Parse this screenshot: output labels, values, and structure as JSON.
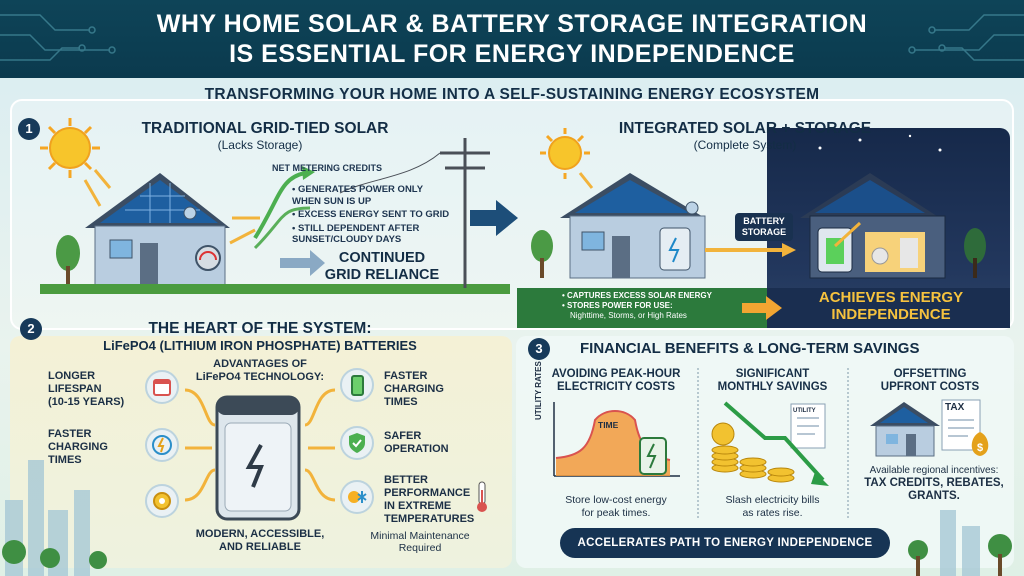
{
  "header": {
    "title_line1": "WHY HOME SOLAR & BATTERY STORAGE INTEGRATION",
    "title_line2": "IS ESSENTIAL FOR ENERGY INDEPENDENCE"
  },
  "subtitle": "TRANSFORMING YOUR HOME INTO A SELF-SUSTAINING ENERGY ECOSYSTEM",
  "section1": {
    "number": "1",
    "left": {
      "title": "TRADITIONAL GRID-TIED SOLAR",
      "subtitle": "(Lacks Storage)",
      "net_metering": "NET METERING CREDITS",
      "bullets": [
        "GENERATES POWER ONLY WHEN SUN IS UP",
        "EXCESS ENERGY SENT TO GRID",
        "STILL DEPENDENT AFTER SUNSET/CLOUDY DAYS"
      ],
      "reliance_line1": "CONTINUED",
      "reliance_line2": "GRID RELIANCE"
    },
    "right": {
      "title": "INTEGRATED SOLAR + STORAGE",
      "subtitle": "(Complete System)",
      "battery_label": "BATTERY STORAGE",
      "captures": [
        "CAPTURES EXCESS SOLAR ENERGY",
        "STORES POWER FOR USE:"
      ],
      "captures_detail": "Nighttime, Storms, or High Rates",
      "achieves_line1": "ACHIEVES ENERGY",
      "achieves_line2": "INDEPENDENCE"
    }
  },
  "section2": {
    "number": "2",
    "title": "THE HEART OF THE SYSTEM:",
    "subtitle": "LiFePO4 (LITHIUM IRON PHOSPHATE) BATTERIES",
    "advantages_line1": "ADVANTAGES OF",
    "advantages_line2": "LiFePO4 TECHNOLOGY:",
    "left_features": [
      {
        "line1": "LONGER",
        "line2": "LIFESPAN",
        "line3": "(10-15 YEARS)"
      },
      {
        "line1": "FASTER",
        "line2": "CHARGING",
        "line3": "TIMES"
      }
    ],
    "right_features": [
      {
        "line1": "FASTER",
        "line2": "CHARGING",
        "line3": "TIMES"
      },
      {
        "line1": "SAFER",
        "line2": "OPERATION",
        "line3": ""
      },
      {
        "line1": "BETTER",
        "line2": "PERFORMANCE",
        "line3": "IN EXTREME",
        "line4": "TEMPERATURES"
      }
    ],
    "modern_line1": "MODERN, ACCESSIBLE,",
    "modern_line2": "AND RELIABLE",
    "maintenance_line1": "Minimal Maintenance",
    "maintenance_line2": "Required"
  },
  "section3": {
    "number": "3",
    "title": "FINANCIAL BENEFITS & LONG-TERM SAVINGS",
    "col1": {
      "title_line1": "AVOIDING PEAK-HOUR",
      "title_line2": "ELECTRICITY COSTS",
      "y_label": "UTILITY RATES",
      "x_label": "TIME",
      "caption_line1": "Store low-cost energy",
      "caption_line2": "for peak times."
    },
    "col2": {
      "title_line1": "SIGNIFICANT",
      "title_line2": "MONTHLY SAVINGS",
      "bill_label": "UTILITY",
      "caption_line1": "Slash electricity bills",
      "caption_line2": "as rates rise."
    },
    "col3": {
      "title_line1": "OFFSETTING",
      "title_line2": "UPFRONT COSTS",
      "tax_label": "TAX",
      "caption_line1": "Available regional incentives:",
      "caption_line2": "TAX CREDITS, REBATES,",
      "caption_line3": "GRANTS."
    },
    "accelerates": "ACCELERATES PATH TO ENERGY INDEPENDENCE"
  },
  "colors": {
    "header_bg": "#0e4458",
    "navy": "#163454",
    "gold": "#f6c23e",
    "green": "#2c7a3c",
    "arrow_yellow": "#f2b33b"
  }
}
